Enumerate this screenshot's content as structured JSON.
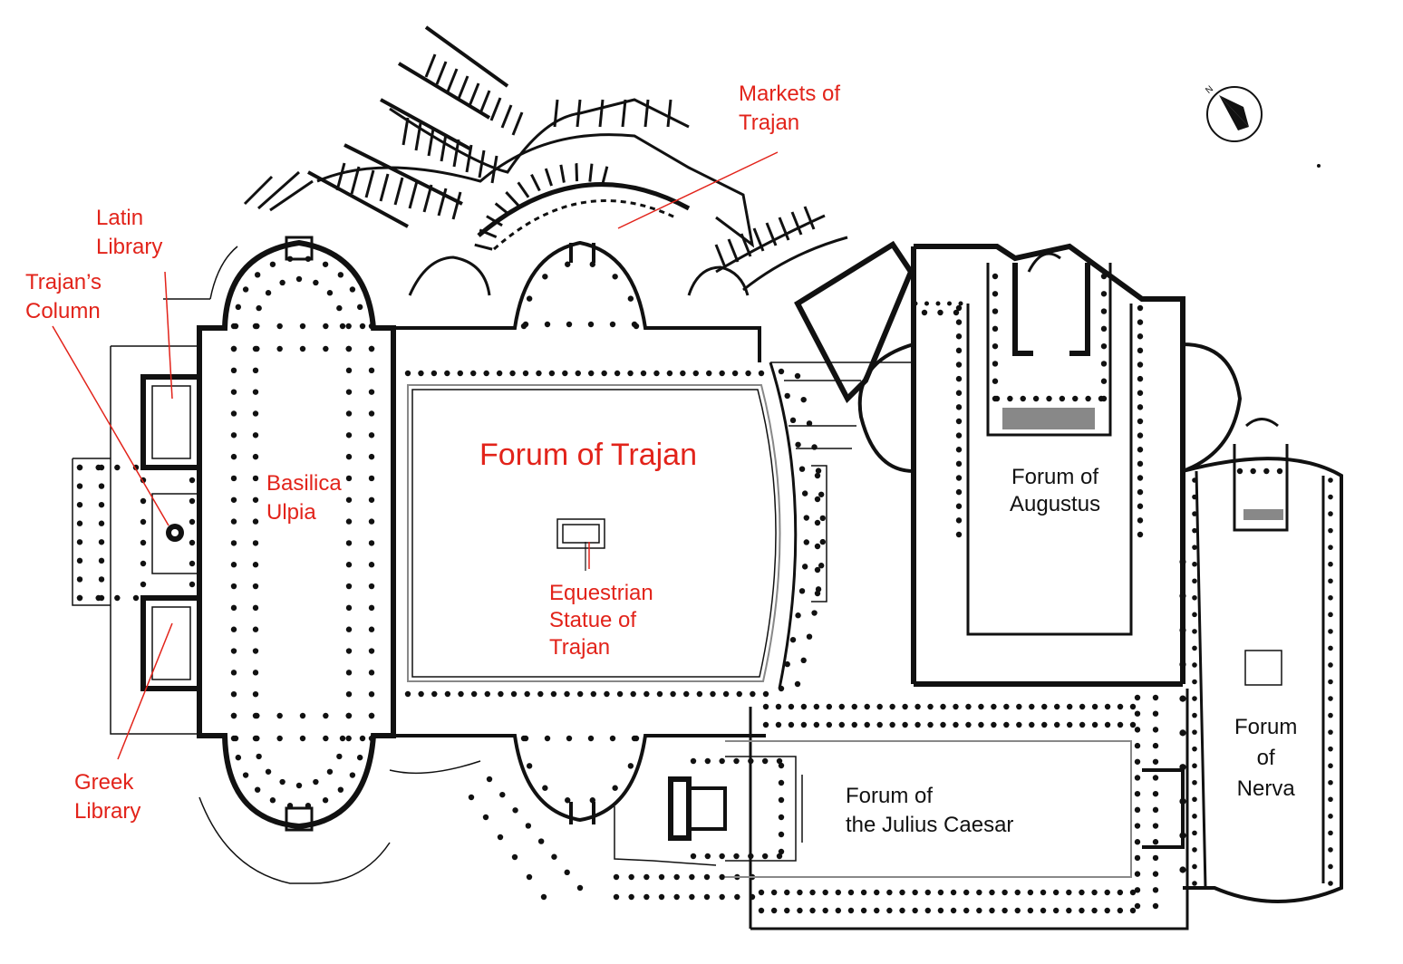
{
  "map": {
    "colors": {
      "annotation": "#e2231a",
      "ink": "#111111",
      "paper": "#ffffff",
      "paving": "#888888"
    },
    "compass_icon": "north-arrow-icon",
    "compass_letter": "N",
    "labels": {
      "markets_of_trajan": "Markets of\nTrajan",
      "latin_library": "Latin\nLibrary",
      "trajans_column": "Trajan’s\nColumn",
      "basilica_ulpia": "Basilica\nUlpia",
      "forum_of_trajan": "Forum of Trajan",
      "equestrian_statue": "Equestrian\nStatue of\nTrajan",
      "greek_library": "Greek\nLibrary",
      "forum_of_augustus": "Forum of\nAugustus",
      "forum_of_julius_caesar": "Forum of\nthe Julius Caesar",
      "forum_of_nerva": "Forum\nof\nNerva"
    }
  }
}
